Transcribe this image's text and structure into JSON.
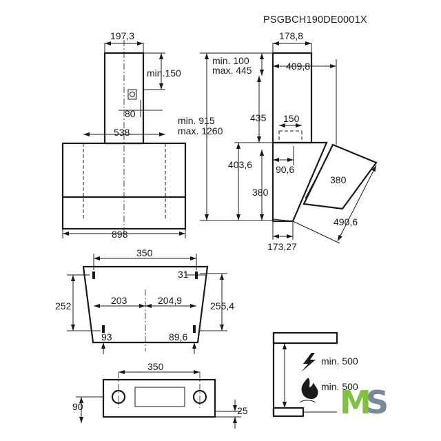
{
  "model_code": "PSGBCH190DE0001X",
  "front_view": {
    "chimney_width": "197,3",
    "chimney_overlap": "min.150",
    "outlet_offset": "80",
    "chimney_bracket_width": "538",
    "hood_width": "898"
  },
  "side_view": {
    "chimney_depth": "178,8",
    "min_top_clearance": "min. 100",
    "max_top_clearance": "max. 445",
    "wall_to_front": "409,8",
    "total_height_min": "min. 915",
    "total_height_max": "max. 1260",
    "chimney_height": "435",
    "outlet_width": "150",
    "hood_body_height": "403,6",
    "outlet_depth": "90,6",
    "panel_height": "380",
    "bottom_depth": "173,27",
    "panel_open_height": "380",
    "panel_open_reach": "490,6"
  },
  "upper_template": {
    "hole_spacing": "350",
    "side_offset": "31",
    "left_height": "252",
    "right_height": "255,4",
    "left_half": "203",
    "right_half": "204,9",
    "left_bottom_offset": "93",
    "right_bottom_offset": "89,6"
  },
  "lower_template": {
    "hole_spacing": "350",
    "height": "90",
    "bottom_offset": "25"
  },
  "clearances": {
    "electric_hob": "min. 500",
    "gas_hob": "min. 500"
  },
  "logo": {
    "part1": "M",
    "part2": "S",
    "color_part1": "#7ec242",
    "color_part2": "#7b8a98"
  },
  "icons": [
    "lightning-icon",
    "flame-icon"
  ]
}
